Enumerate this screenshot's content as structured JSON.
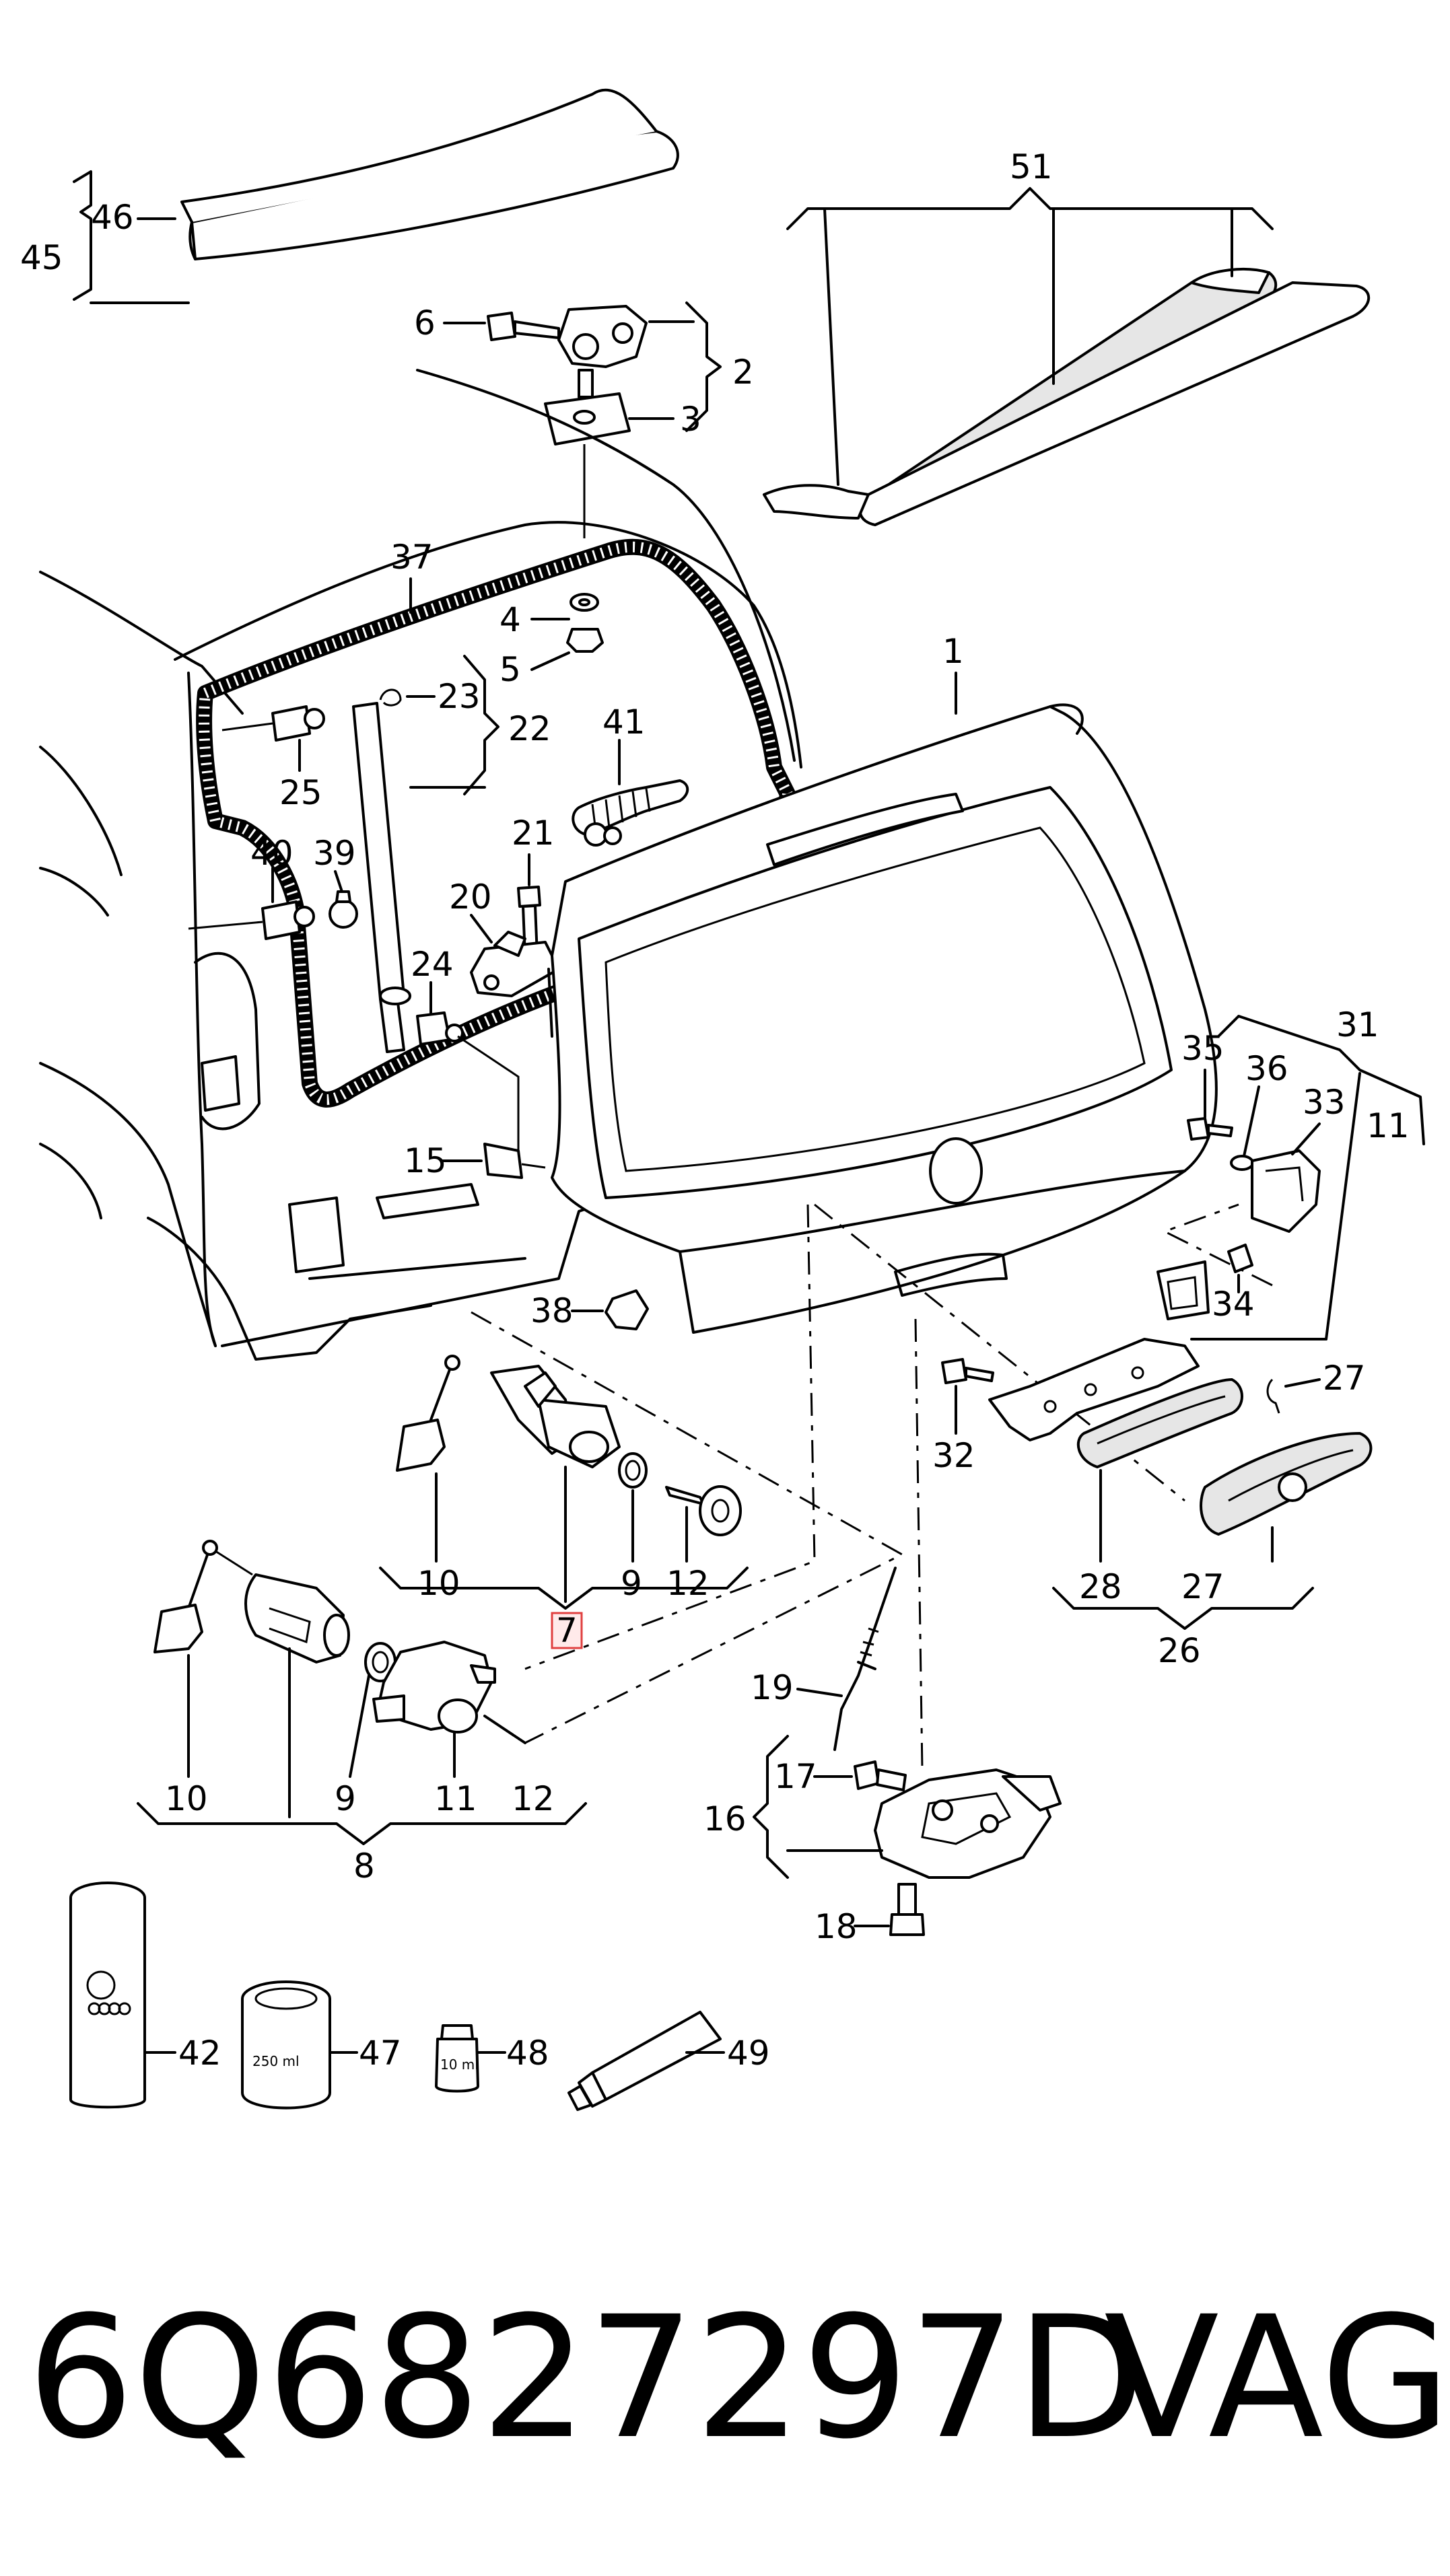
{
  "callouts": {
    "c1": "1",
    "c2": "2",
    "c3": "3",
    "c4": "4",
    "c5": "5",
    "c6": "6",
    "c7": "7",
    "c8": "8",
    "c9a": "9",
    "c9b": "9",
    "c10a": "10",
    "c10b": "10",
    "c11a": "11",
    "c11b": "11",
    "c12a": "12",
    "c12b": "12",
    "c15": "15",
    "c16": "16",
    "c17": "17",
    "c18": "18",
    "c19": "19",
    "c20": "20",
    "c21": "21",
    "c22": "22",
    "c23": "23",
    "c24": "24",
    "c25": "25",
    "c26": "26",
    "c27a": "27",
    "c27b": "27",
    "c28": "28",
    "c31": "31",
    "c32": "32",
    "c33": "33",
    "c34": "34",
    "c35": "35",
    "c36": "36",
    "c37": "37",
    "c38": "38",
    "c39": "39",
    "c40": "40",
    "c41": "41",
    "c42": "42",
    "c45": "45",
    "c46": "46",
    "c47": "47",
    "c48": "48",
    "c49": "49",
    "c51": "51"
  },
  "containers": {
    "can_250": "250 ml",
    "bottle_10": "10 ml"
  },
  "footer": {
    "part_number": "6Q6827297D",
    "brand": "VAG"
  },
  "colors": {
    "line": "#000000",
    "highlight_box": "#e04040"
  }
}
